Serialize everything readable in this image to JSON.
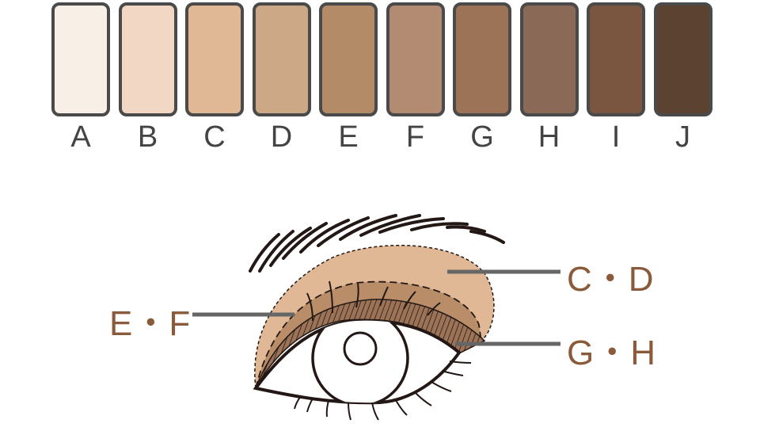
{
  "swatches": [
    {
      "label": "A",
      "color": "#f8f0e6"
    },
    {
      "label": "B",
      "color": "#f2d8c4"
    },
    {
      "label": "C",
      "color": "#e0b895"
    },
    {
      "label": "D",
      "color": "#cca886"
    },
    {
      "label": "E",
      "color": "#b38b66"
    },
    {
      "label": "F",
      "color": "#b38a72"
    },
    {
      "label": "G",
      "color": "#9c7356"
    },
    {
      "label": "H",
      "color": "#8a6a56"
    },
    {
      "label": "I",
      "color": "#7a5540"
    },
    {
      "label": "J",
      "color": "#5c4230"
    }
  ],
  "callouts": {
    "upper": "C・D",
    "middle": "E・F",
    "liner": "G・H"
  },
  "colors": {
    "outer_zone": "#e0b895",
    "middle_zone": "#b88d68",
    "liner_zone": "#9c7356",
    "label": "#8a5a3a",
    "leader": "#666666",
    "ink": "#231815"
  }
}
